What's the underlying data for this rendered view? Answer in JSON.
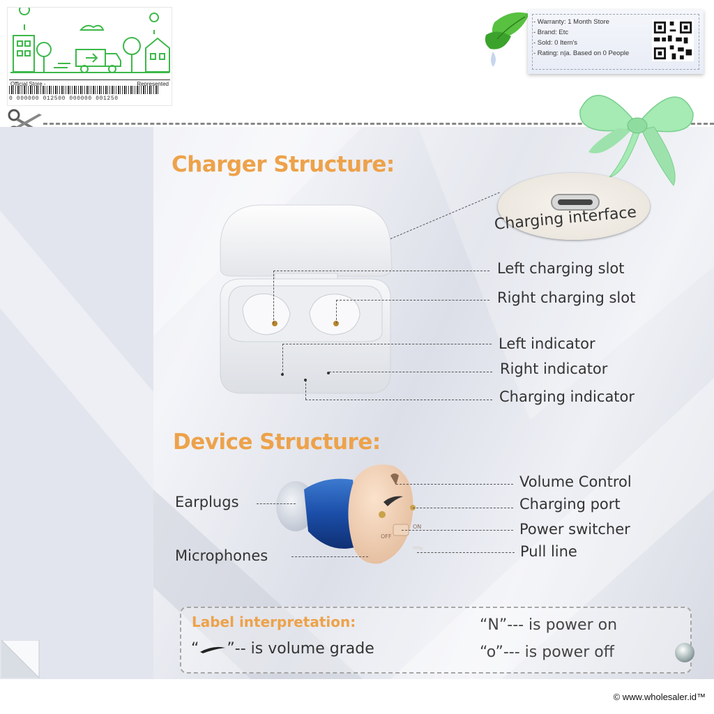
{
  "store": {
    "official_store": "Official Store -",
    "represented": "Represented",
    "barcode_number": "0 000000 012500 000000 001250"
  },
  "info": {
    "warranty": "- Warranty: 1 Month Store",
    "brand": "- Brand: Etc",
    "sold": "- Sold: 0 Item's",
    "rating": "- Rating: n|a. Based on 0 People"
  },
  "charger": {
    "title": "Charger Structure",
    "title_colon": ":",
    "interface_label": "Charging interface",
    "labels": {
      "left_slot": "Left charging slot",
      "right_slot": "Right charging slot",
      "left_indicator": "Left indicator",
      "right_indicator": "Right indicator",
      "charging_indicator": "Charging indicator"
    }
  },
  "device": {
    "title": "Device Structure",
    "title_colon": ":",
    "labels": {
      "earplugs": "Earplugs",
      "microphones": "Microphones",
      "volume_control": "Volume Control",
      "charging_port": "Charging port",
      "power_switcher": "Power switcher",
      "pull_line": "Pull line"
    },
    "switch_off": "OFF",
    "switch_on": "ON"
  },
  "legend": {
    "title": "Label interpretation:",
    "volume_open": "“",
    "volume_text": "”-- is volume grade",
    "power_on": "“N”--- is power on",
    "power_off": "“o”--- is power off"
  },
  "footer": {
    "copyright": "© www.wholesaler.id™"
  },
  "colors": {
    "accent": "#eda24a",
    "text": "#333333",
    "bow": "#9fe8b0",
    "store_green": "#3cb84a"
  },
  "icons": [
    "scissors-icon",
    "leaf-icon",
    "bow-icon",
    "qr-code-icon",
    "barcode-icon"
  ]
}
